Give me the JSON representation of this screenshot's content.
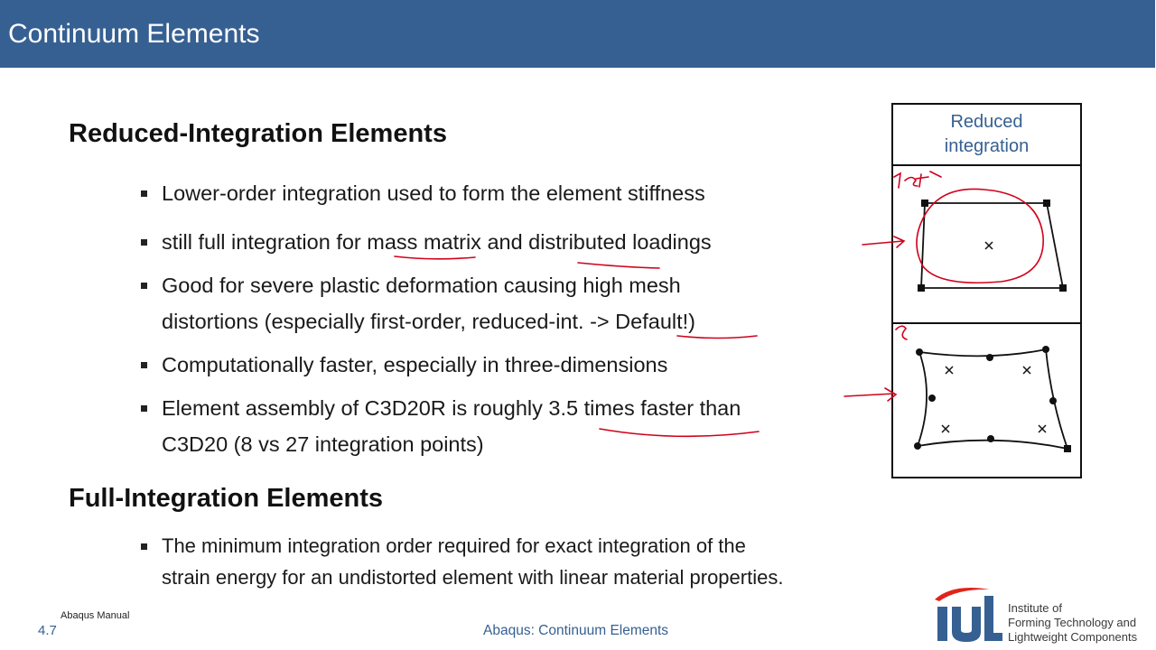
{
  "header": {
    "title": "Continuum Elements"
  },
  "sections": [
    {
      "heading": "Reduced-Integration Elements",
      "bullets": [
        {
          "lines": [
            "Lower-order integration used to form the element stiffness"
          ]
        },
        {
          "lines": [
            "still full integration for mass matrix and distributed loadings"
          ]
        },
        {
          "lines": [
            "Good for severe plastic deformation causing high mesh",
            "distortions (especially first-order, reduced-int. -> Default!)"
          ]
        },
        {
          "lines": [
            "Computationally faster, especially in three-dimensions"
          ]
        },
        {
          "lines": [
            "Element assembly of C3D20R is roughly 3.5 times faster than",
            "C3D20 (8 vs 27 integration points)"
          ]
        }
      ]
    },
    {
      "heading": "Full-Integration Elements",
      "bullets": [
        {
          "lines": [
            "The minimum integration order required for exact integration of the",
            "strain energy for an undistorted element with linear material properties."
          ]
        }
      ]
    }
  ],
  "figure": {
    "header_line1": "Reduced",
    "header_line2": "integration"
  },
  "footer": {
    "reference": "Abaqus Manual",
    "page_number": "4.7",
    "center_text": "Abaqus: Continuum Elements"
  },
  "logo": {
    "letters": "IUL",
    "line1": "Institute of",
    "line2": "Forming Technology and",
    "line3": "Lightweight Components",
    "accent_color": "#e2231a",
    "brand_color": "#366092"
  },
  "colors": {
    "header_bg": "#366092",
    "annotation": "#d0021b"
  }
}
